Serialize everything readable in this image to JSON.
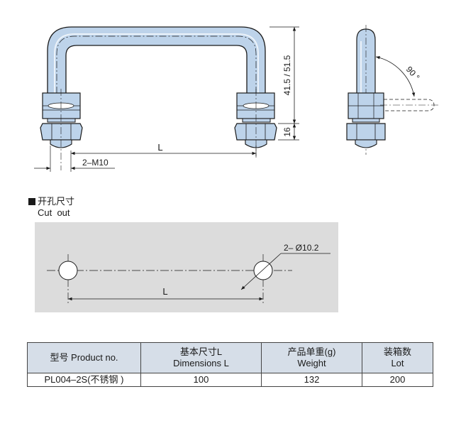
{
  "drawing": {
    "dim_L": "L",
    "dim_thread": "2–M10",
    "dim_height": "41.5 / 51.5",
    "dim_nut": "16",
    "dim_angle": "90 °"
  },
  "cutout": {
    "title_cn": "开孔尺寸",
    "title_en": "Cut  out",
    "hole_label": "2– Ø10.2",
    "dim_L": "L"
  },
  "table": {
    "headers": [
      {
        "line1": "型号 Product no.",
        "line2": ""
      },
      {
        "line1": "基本尺寸L",
        "line2": "Dimensions L"
      },
      {
        "line1": "产品单重(g)",
        "line2": "Weight"
      },
      {
        "line1": "装箱数",
        "line2": "Lot"
      }
    ],
    "rows": [
      [
        "PL004–2S(不锈钢 )",
        "100",
        "132",
        "200"
      ]
    ]
  },
  "colors": {
    "part_fill": "#bdd3ea",
    "part_stroke": "#1a1a1a",
    "cutout_bg": "#dcdcdc"
  }
}
